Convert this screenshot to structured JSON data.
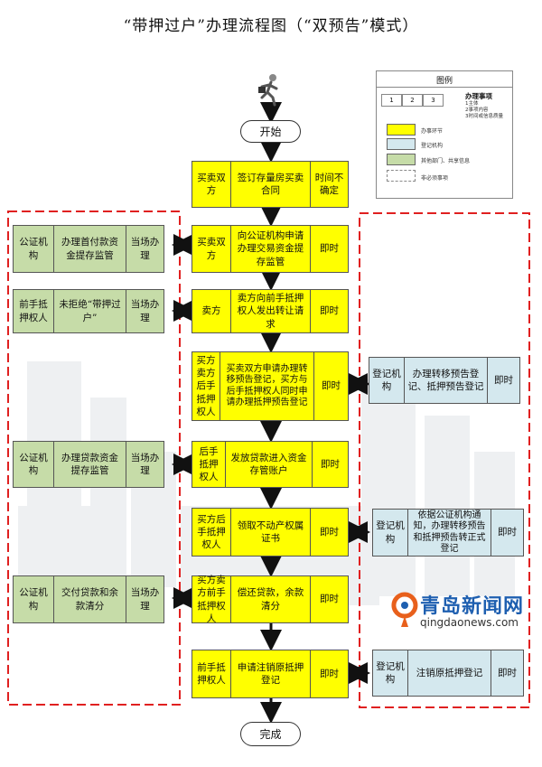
{
  "title": "“带押过户”办理流程图（“双预告”模式）",
  "start_label": "开始",
  "end_label": "完成",
  "legend": {
    "title": "图例",
    "numbers": [
      "1",
      "2",
      "3"
    ],
    "item_title": "办理事项",
    "item_sub": [
      "1主体",
      "2事项内容",
      "3时间或信息质量"
    ],
    "yellow_label": "办事环节",
    "blue_label": "登记机构",
    "green_label": "其他部门、共享信息",
    "dashed_label": "非必须事项"
  },
  "colors": {
    "yellow": "#ffff00",
    "green": "#c6dca8",
    "blue": "#d4e8ee",
    "dashed_red": "#e02020"
  },
  "icon": "runner-with-briefcase-icon",
  "steps": [
    {
      "party": "买卖双方",
      "action": "签订存量房买卖合同",
      "time": "时间不确定"
    },
    {
      "party": "买卖双方",
      "action": "向公证机构申请办理交易资金提存监管",
      "time": "即时"
    },
    {
      "party": "卖方",
      "action": "卖方向前手抵押权人发出转让请求",
      "time": "即时"
    },
    {
      "party": "买方卖方后手抵押权人",
      "action": "买卖双方申请办理转移预告登记，买方与后手抵押权人同时申请办理抵押预告登记",
      "time": "即时"
    },
    {
      "party": "后手抵押权人",
      "action": "发放贷款进入资金存管账户",
      "time": "即时"
    },
    {
      "party": "买方后手抵押权人",
      "action": "领取不动产权属证书",
      "time": "即时"
    },
    {
      "party": "买方卖方前手抵押权人",
      "action": "偿还贷款，余款清分",
      "time": "即时"
    },
    {
      "party": "前手抵押权人",
      "action": "申请注销原抵押登记",
      "time": "即时"
    }
  ],
  "left_boxes": [
    {
      "party": "公证机构",
      "action": "办理首付款资金提存监管",
      "time": "当场办理"
    },
    {
      "party": "前手抵押权人",
      "action": "未拒绝“带押过户”",
      "time": "当场办理"
    },
    {
      "party": "公证机构",
      "action": "办理贷款资金提存监管",
      "time": "当场办理"
    },
    {
      "party": "公证机构",
      "action": "交付贷款和余款清分",
      "time": "当场办理"
    }
  ],
  "right_boxes": [
    {
      "party": "登记机构",
      "action": "办理转移预告登记、抵押预告登记",
      "time": "即时"
    },
    {
      "party": "登记机构",
      "action": "依据公证机构通知，办理转移预告和抵押预告转正式登记",
      "time": "即时"
    },
    {
      "party": "登记机构",
      "action": "注销原抵押登记",
      "time": "即时"
    }
  ],
  "watermark": {
    "brand": "青岛新闻网",
    "url": "qingdaonews.com"
  }
}
